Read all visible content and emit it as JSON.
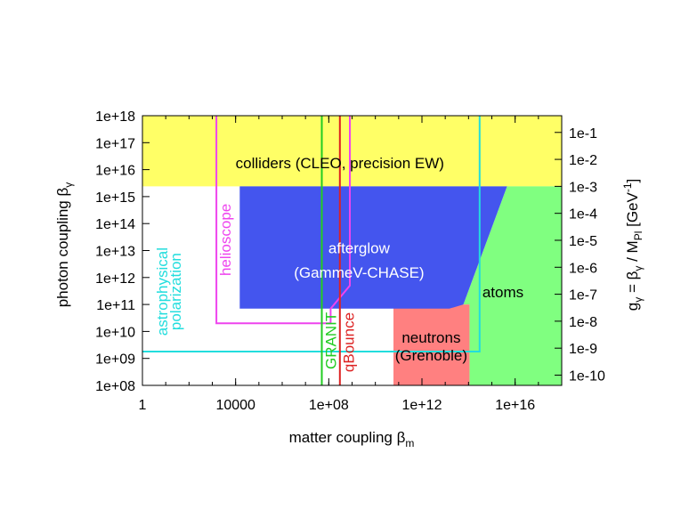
{
  "chart_data": {
    "type": "area",
    "title": "",
    "x_scale": "log10",
    "y_scale": "log10",
    "xlim": [
      1,
      1e+18
    ],
    "ylim": [
      100000000.0,
      1e+18
    ],
    "xlabel": {
      "main": "matter coupling β",
      "sub": "m"
    },
    "ylabel": {
      "main": "photon coupling β",
      "sub": "γ"
    },
    "y2label": {
      "parts": [
        "g",
        "γ",
        " = β",
        "γ",
        " / M",
        "Pl",
        " [GeV",
        "-1",
        "]"
      ]
    },
    "x_ticks": [
      {
        "value": 1,
        "label": "1"
      },
      {
        "value": 10000.0,
        "label": "10000"
      },
      {
        "value": 100000000.0,
        "label": "1e+08"
      },
      {
        "value": 1000000000000.0,
        "label": "1e+12"
      },
      {
        "value": 1e+16,
        "label": "1e+16"
      }
    ],
    "y_ticks": [
      {
        "value": 100000000.0,
        "label": "1e+08"
      },
      {
        "value": 1000000000.0,
        "label": "1e+09"
      },
      {
        "value": 10000000000.0,
        "label": "1e+10"
      },
      {
        "value": 100000000000.0,
        "label": "1e+11"
      },
      {
        "value": 1000000000000.0,
        "label": "1e+12"
      },
      {
        "value": 10000000000000.0,
        "label": "1e+13"
      },
      {
        "value": 100000000000000.0,
        "label": "1e+14"
      },
      {
        "value": 1000000000000000.0,
        "label": "1e+15"
      },
      {
        "value": 1e+16,
        "label": "1e+16"
      },
      {
        "value": 1e+17,
        "label": "1e+17"
      },
      {
        "value": 1e+18,
        "label": "1e+18"
      }
    ],
    "y2_ticks": [
      {
        "value": 240000000.0,
        "label": "1e-10"
      },
      {
        "value": 2400000000.0,
        "label": "1e-9"
      },
      {
        "value": 24000000000.0,
        "label": "1e-8"
      },
      {
        "value": 240000000000.0,
        "label": "1e-7"
      },
      {
        "value": 2400000000000.0,
        "label": "1e-6"
      },
      {
        "value": 24000000000000.0,
        "label": "1e-5"
      },
      {
        "value": 240000000000000.0,
        "label": "1e-4"
      },
      {
        "value": 2400000000000000.0,
        "label": "1e-3"
      },
      {
        "value": 2.4e+16,
        "label": "1e-2"
      },
      {
        "value": 2.4e+17,
        "label": "1e-1"
      }
    ],
    "regions": [
      {
        "name": "colliders",
        "color": "#ffff66",
        "polygon": [
          [
            1,
            2400000000000000.0
          ],
          [
            1e+18,
            2400000000000000.0
          ],
          [
            1e+18,
            1e+18
          ],
          [
            1,
            1e+18
          ]
        ]
      },
      {
        "name": "atoms",
        "color": "#80ff80",
        "polygon": [
          [
            110000000000000.0,
            100000000.0
          ],
          [
            1e+18,
            100000000.0
          ],
          [
            1e+18,
            2400000000000000.0
          ],
          [
            4500000000000000.0,
            2400000000000000.0
          ],
          [
            60000000000000.0,
            100000000000.0
          ],
          [
            110000000000000.0,
            100000000000.0
          ]
        ]
      },
      {
        "name": "neutrons",
        "color": "#ff8080",
        "polygon": [
          [
            60000000000.0,
            100000000.0
          ],
          [
            110000000000000.0,
            100000000.0
          ],
          [
            110000000000000.0,
            100000000000.0
          ],
          [
            60000000000.0,
            100000000000.0
          ]
        ]
      },
      {
        "name": "afterglow",
        "color": "#4455ee",
        "polygon": [
          [
            15000.0,
            70000000000.0
          ],
          [
            15000.0,
            2400000000000000.0
          ],
          [
            4500000000000000.0,
            2400000000000000.0
          ],
          [
            60000000000000.0,
            100000000000.0
          ],
          [
            15000000000000.0,
            70000000000.0
          ]
        ]
      }
    ],
    "curves": [
      {
        "name": "helioscope",
        "color": "#ee44ee",
        "points": [
          [
            1500.0,
            1e+18
          ],
          [
            1500.0,
            20000000000.0
          ],
          [
            120000000.0,
            20000000000.0
          ],
          [
            120000000.0,
            70000000000.0
          ],
          [
            800000000.0,
            500000000000.0
          ],
          [
            800000000.0,
            1e+18
          ]
        ]
      },
      {
        "name": "astrophysical",
        "color": "#22dddd",
        "points": [
          [
            1,
            1800000000.0
          ],
          [
            300000000000000.0,
            1800000000.0
          ],
          [
            300000000000000.0,
            1e+18
          ]
        ]
      },
      {
        "name": "GRANIT",
        "color": "#22cc22",
        "points": [
          [
            50000000.0,
            100000000.0
          ],
          [
            50000000.0,
            1e+18
          ]
        ]
      },
      {
        "name": "qBounce",
        "color": "#dd2222",
        "points": [
          [
            300000000.0,
            100000000.0
          ],
          [
            300000000.0,
            1e+18
          ]
        ]
      }
    ],
    "labels": [
      {
        "id": "colliders",
        "text": "colliders (CLEO, precision EW)",
        "x": 300000000.0,
        "y": 1.6e+16,
        "color": "#000000",
        "rotate": 0
      },
      {
        "id": "afterglow-1",
        "text": "afterglow",
        "x": 2000000000.0,
        "y": 11000000000000.0,
        "color": "#ffffff",
        "rotate": 0
      },
      {
        "id": "afterglow-2",
        "text": "(GammeV-CHASE)",
        "x": 2000000000.0,
        "y": 1400000000000.0,
        "color": "#ffffff",
        "rotate": 0
      },
      {
        "id": "atoms",
        "text": "atoms",
        "x": 3000000000000000.0,
        "y": 260000000000.0,
        "color": "#000000",
        "rotate": 0
      },
      {
        "id": "neutrons",
        "text": "neutrons",
        "x": 2500000000000.0,
        "y": 5500000000.0,
        "color": "#000000",
        "rotate": 0
      },
      {
        "id": "grenoble",
        "text": "(Grenoble)",
        "x": 2500000000000.0,
        "y": 1200000000.0,
        "color": "#000000",
        "rotate": 0
      },
      {
        "id": "helioscope",
        "text": "helioscope",
        "x": 4000.0,
        "y": 25000000000000.0,
        "color": "#ee44ee",
        "rotate": -90
      },
      {
        "id": "astro-1",
        "text": "astrophysical",
        "x": 8,
        "y": 300000000000.0,
        "color": "#22dddd",
        "rotate": -90
      },
      {
        "id": "astro-2",
        "text": "polarization",
        "x": 30,
        "y": 300000000000.0,
        "color": "#22dddd",
        "rotate": -90
      },
      {
        "id": "granit",
        "text": "GRANIT",
        "x": 140000000.0,
        "y": 4500000000.0,
        "color": "#22cc22",
        "rotate": -90
      },
      {
        "id": "qbounce",
        "text": "qBounce",
        "x": 800000000.0,
        "y": 4000000000.0,
        "color": "#dd2222",
        "rotate": -90
      }
    ]
  }
}
